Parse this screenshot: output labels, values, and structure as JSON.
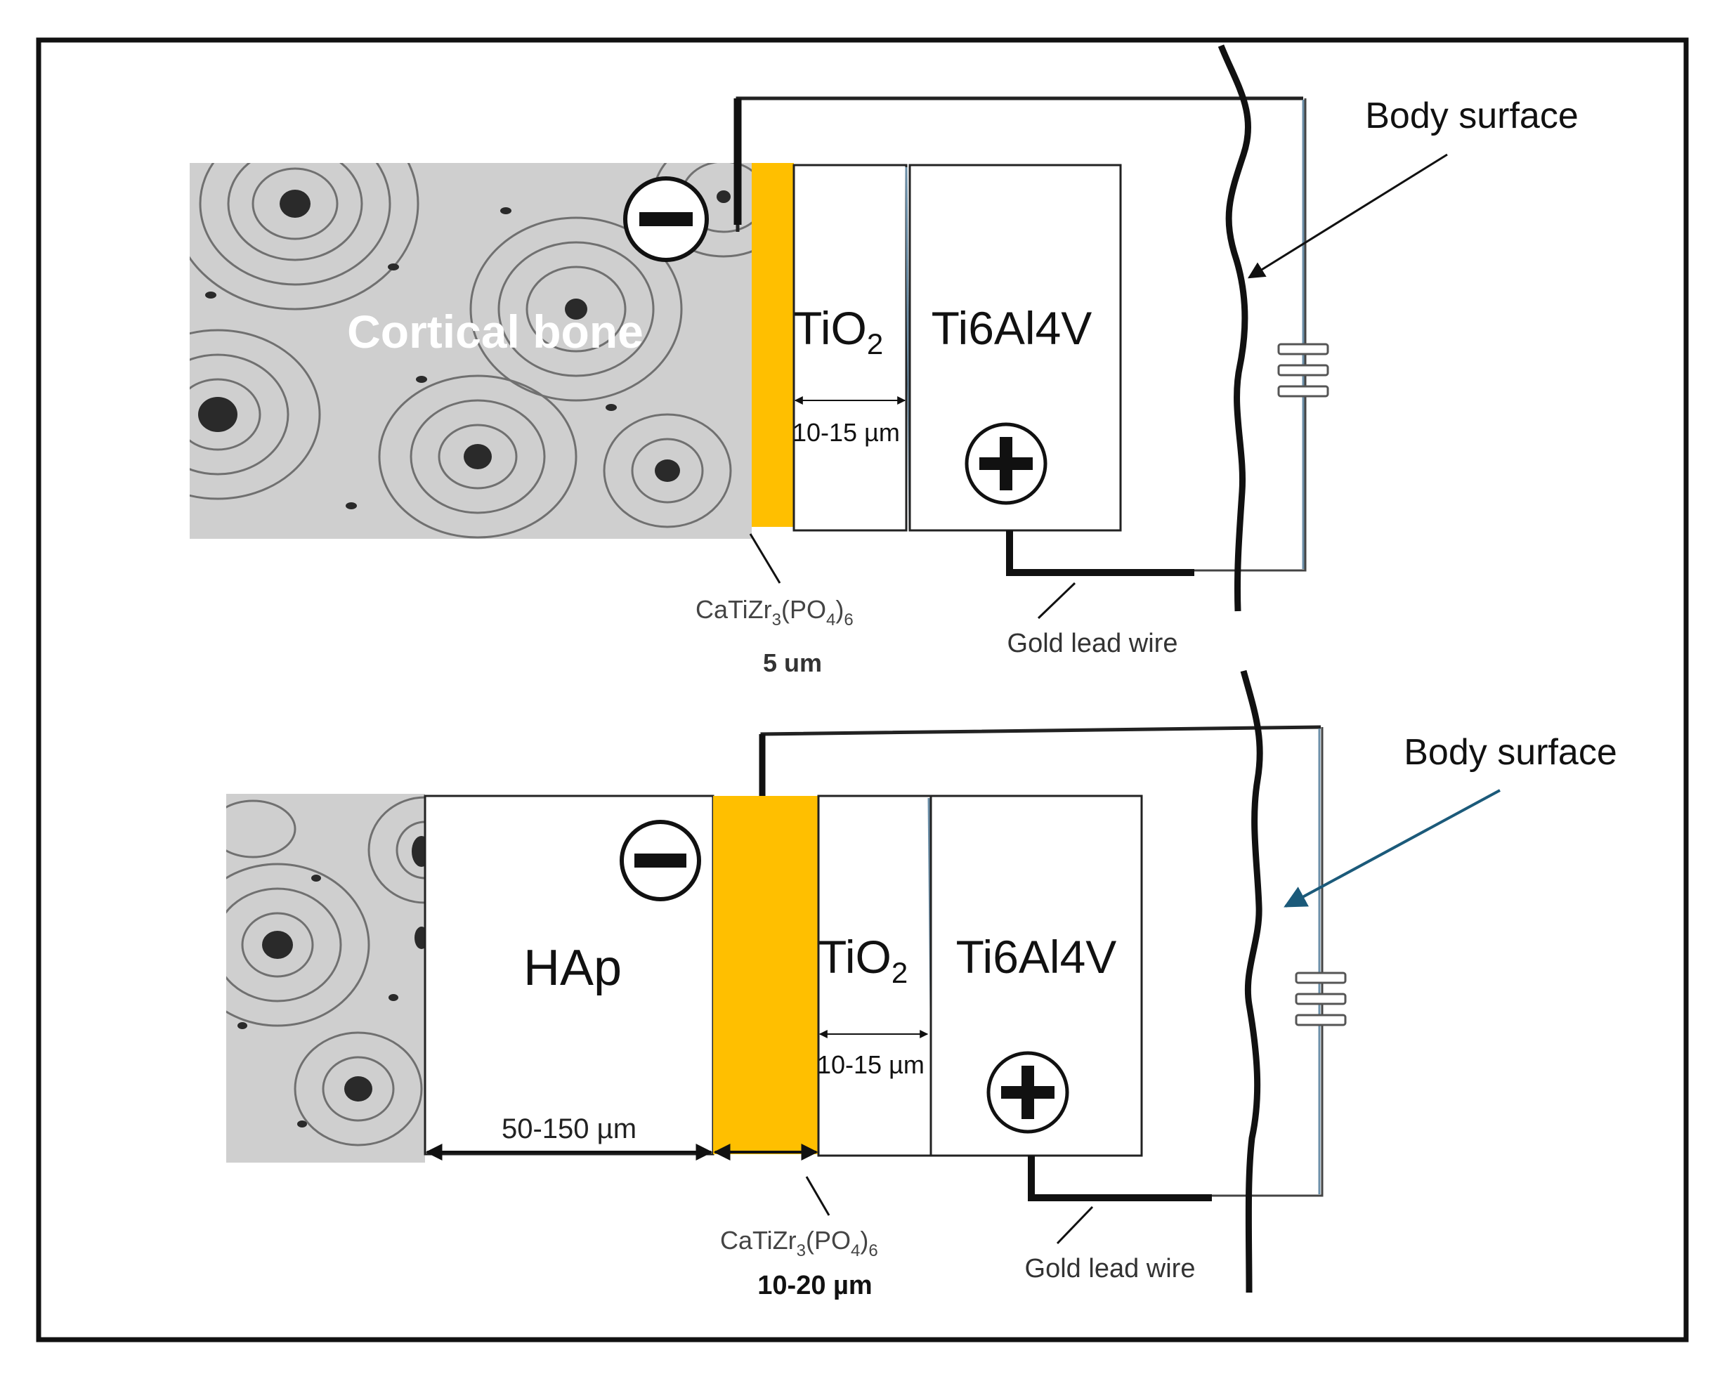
{
  "colors": {
    "frame": "#111111",
    "gold_layer": "#ffbf00",
    "line": "#222222",
    "blue_wire": "#6c8fa8",
    "arrow_top": "#111111",
    "arrow_bottom": "#1b5a7a",
    "bone_fill": "#c9c9c9",
    "bone_dark": "#2a2a2a",
    "bone_ring": "#6a6a6a"
  },
  "top_panel": {
    "bone_label": "Cortical bone",
    "tio2_label_main": "TiO",
    "tio2_label_sub": "2",
    "alloy_label": "Ti6Al4V",
    "tio2_thickness": "10-15 µm",
    "coating_label": {
      "a": "CaTiZr",
      "a_sub": "3",
      "b": "(PO",
      "b_sub": "4",
      "c": ")",
      "c_sub": "6"
    },
    "coating_thickness": "5 um",
    "wire_label": "Gold lead wire",
    "body_surface_label": "Body surface",
    "negative_icon": "minus-circle-icon",
    "positive_icon": "plus-circle-icon"
  },
  "bottom_panel": {
    "hap_label": "HAp",
    "tio2_label_main": "TiO",
    "tio2_label_sub": "2",
    "alloy_label": "Ti6Al4V",
    "tio2_thickness": "10-15 µm",
    "hap_thickness": "50-150 µm",
    "coating_label": {
      "a": "CaTiZr",
      "a_sub": "3",
      "b": "(PO",
      "b_sub": "4",
      "c": ")",
      "c_sub": "6"
    },
    "coating_thickness": "10-20 µm",
    "wire_label": "Gold lead wire",
    "body_surface_label": "Body surface",
    "negative_icon": "minus-circle-icon",
    "positive_icon": "plus-circle-icon"
  }
}
